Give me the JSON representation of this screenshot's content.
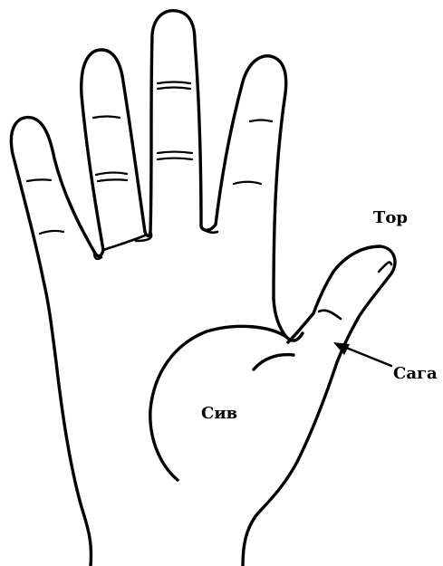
{
  "labels": {
    "top": "Тор",
    "saga": "Сага",
    "siv": "Сив"
  },
  "colors": {
    "ink": "#000000",
    "background": "#ffffff"
  }
}
